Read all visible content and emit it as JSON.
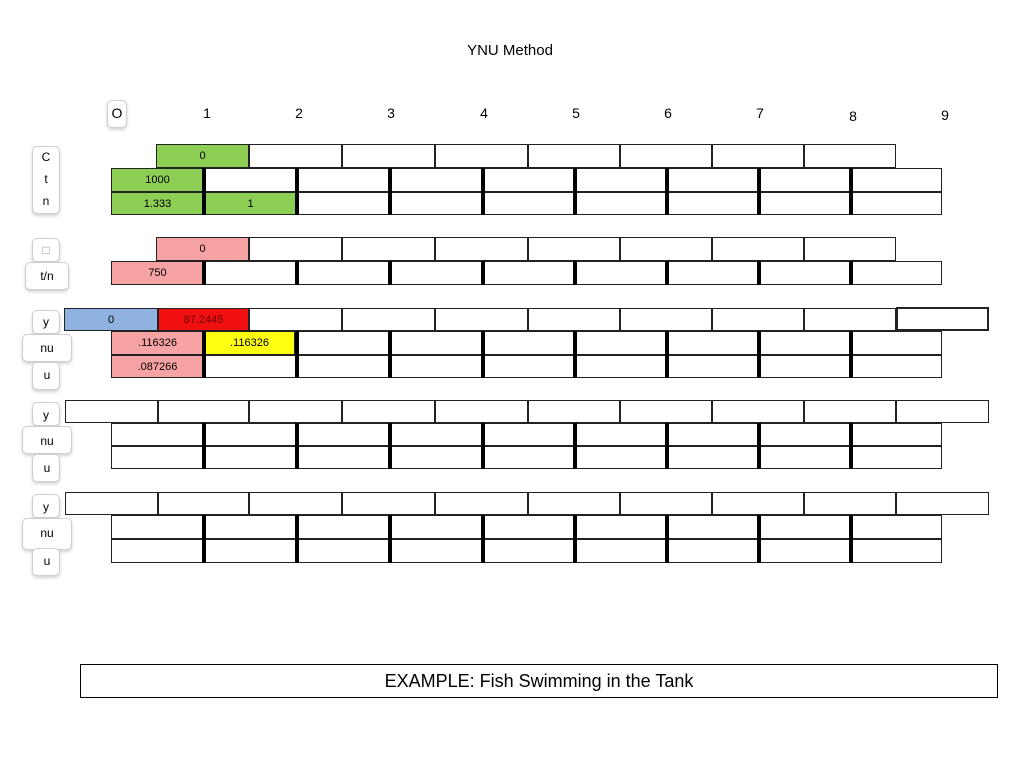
{
  "title": "YNU Method",
  "columns": [
    "O",
    "1",
    "2",
    "3",
    "4",
    "5",
    "6",
    "7",
    "8",
    "9"
  ],
  "labels": {
    "section1": [
      "C",
      "t",
      "n"
    ],
    "section2": [
      "□",
      "t/n"
    ],
    "section3": [
      "y",
      "nu",
      "u"
    ],
    "section4": [
      "y",
      "nu",
      "u"
    ],
    "section5": [
      "y",
      "nu",
      "u"
    ]
  },
  "values": {
    "c0": "0",
    "t0": "1000",
    "n0": "1.333",
    "n1": "1",
    "theta0": "0",
    "tn0": "750",
    "y0": "0",
    "y1": "87.2445",
    "nu0": ".116326",
    "nu1": ".116326",
    "u0": ".087266"
  },
  "colors": {
    "green": "#8dcf55",
    "pink": "#f7a3a3",
    "blue": "#8fb2e0",
    "red": "#f01010",
    "yellow": "#ffff10"
  },
  "example": "EXAMPLE:   Fish Swimming in the Tank"
}
